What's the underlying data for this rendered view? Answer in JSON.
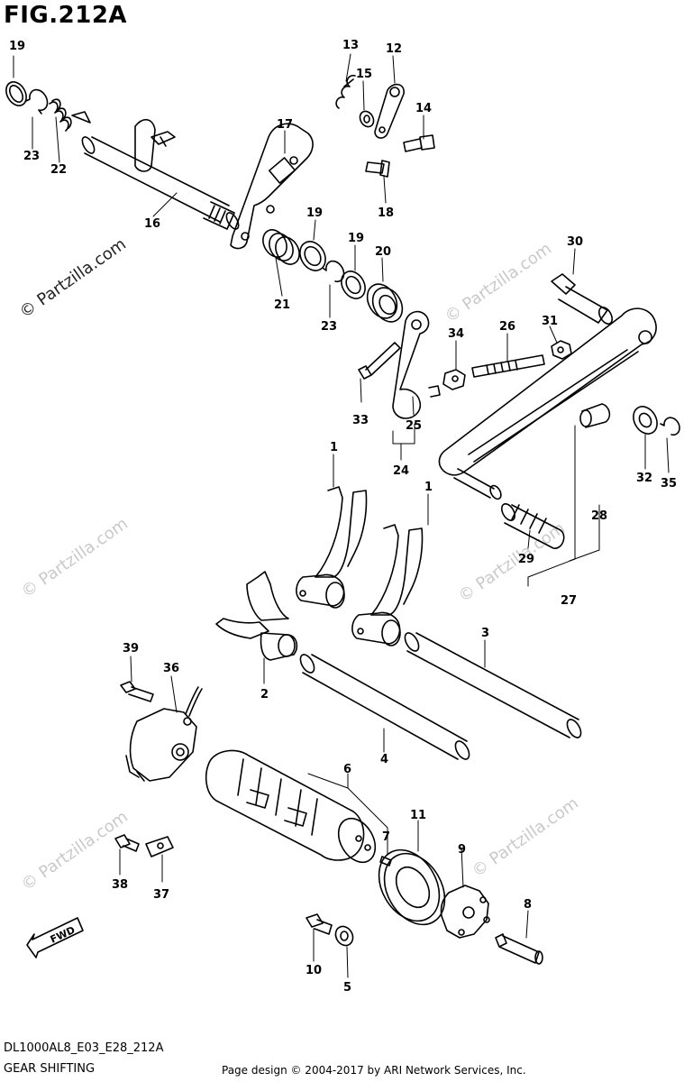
{
  "figure_title": "FIG.212A",
  "model_code": "DL1000AL8_E03_E28_212A",
  "diagram_name": "GEAR SHIFTING",
  "copyright": "Page design © 2004-2017 by ARI Network Services, Inc.",
  "watermark": "© Partzilla.com",
  "fwd_label": "FWD",
  "callouts": [
    {
      "id": "c19a",
      "label": "19"
    },
    {
      "id": "c23a",
      "label": "23"
    },
    {
      "id": "c22",
      "label": "22"
    },
    {
      "id": "c16",
      "label": "16"
    },
    {
      "id": "c13",
      "label": "13"
    },
    {
      "id": "c15",
      "label": "15"
    },
    {
      "id": "c12",
      "label": "12"
    },
    {
      "id": "c14",
      "label": "14"
    },
    {
      "id": "c18",
      "label": "18"
    },
    {
      "id": "c17",
      "label": "17"
    },
    {
      "id": "c19b",
      "label": "19"
    },
    {
      "id": "c19c",
      "label": "19"
    },
    {
      "id": "c20",
      "label": "20"
    },
    {
      "id": "c21",
      "label": "21"
    },
    {
      "id": "c23b",
      "label": "23"
    },
    {
      "id": "c30",
      "label": "30"
    },
    {
      "id": "c34",
      "label": "34"
    },
    {
      "id": "c26",
      "label": "26"
    },
    {
      "id": "c31",
      "label": "31"
    },
    {
      "id": "c33",
      "label": "33"
    },
    {
      "id": "c25",
      "label": "25"
    },
    {
      "id": "c24",
      "label": "24"
    },
    {
      "id": "c32",
      "label": "32"
    },
    {
      "id": "c35",
      "label": "35"
    },
    {
      "id": "c1a",
      "label": "1"
    },
    {
      "id": "c1b",
      "label": "1"
    },
    {
      "id": "c28",
      "label": "28"
    },
    {
      "id": "c29",
      "label": "29"
    },
    {
      "id": "c27",
      "label": "27"
    },
    {
      "id": "c3",
      "label": "3"
    },
    {
      "id": "c39",
      "label": "39"
    },
    {
      "id": "c36",
      "label": "36"
    },
    {
      "id": "c2",
      "label": "2"
    },
    {
      "id": "c4",
      "label": "4"
    },
    {
      "id": "c6",
      "label": "6"
    },
    {
      "id": "c7",
      "label": "7"
    },
    {
      "id": "c11",
      "label": "11"
    },
    {
      "id": "c9",
      "label": "9"
    },
    {
      "id": "c38",
      "label": "38"
    },
    {
      "id": "c37",
      "label": "37"
    },
    {
      "id": "c8",
      "label": "8"
    },
    {
      "id": "c10",
      "label": "10"
    },
    {
      "id": "c5",
      "label": "5"
    }
  ]
}
